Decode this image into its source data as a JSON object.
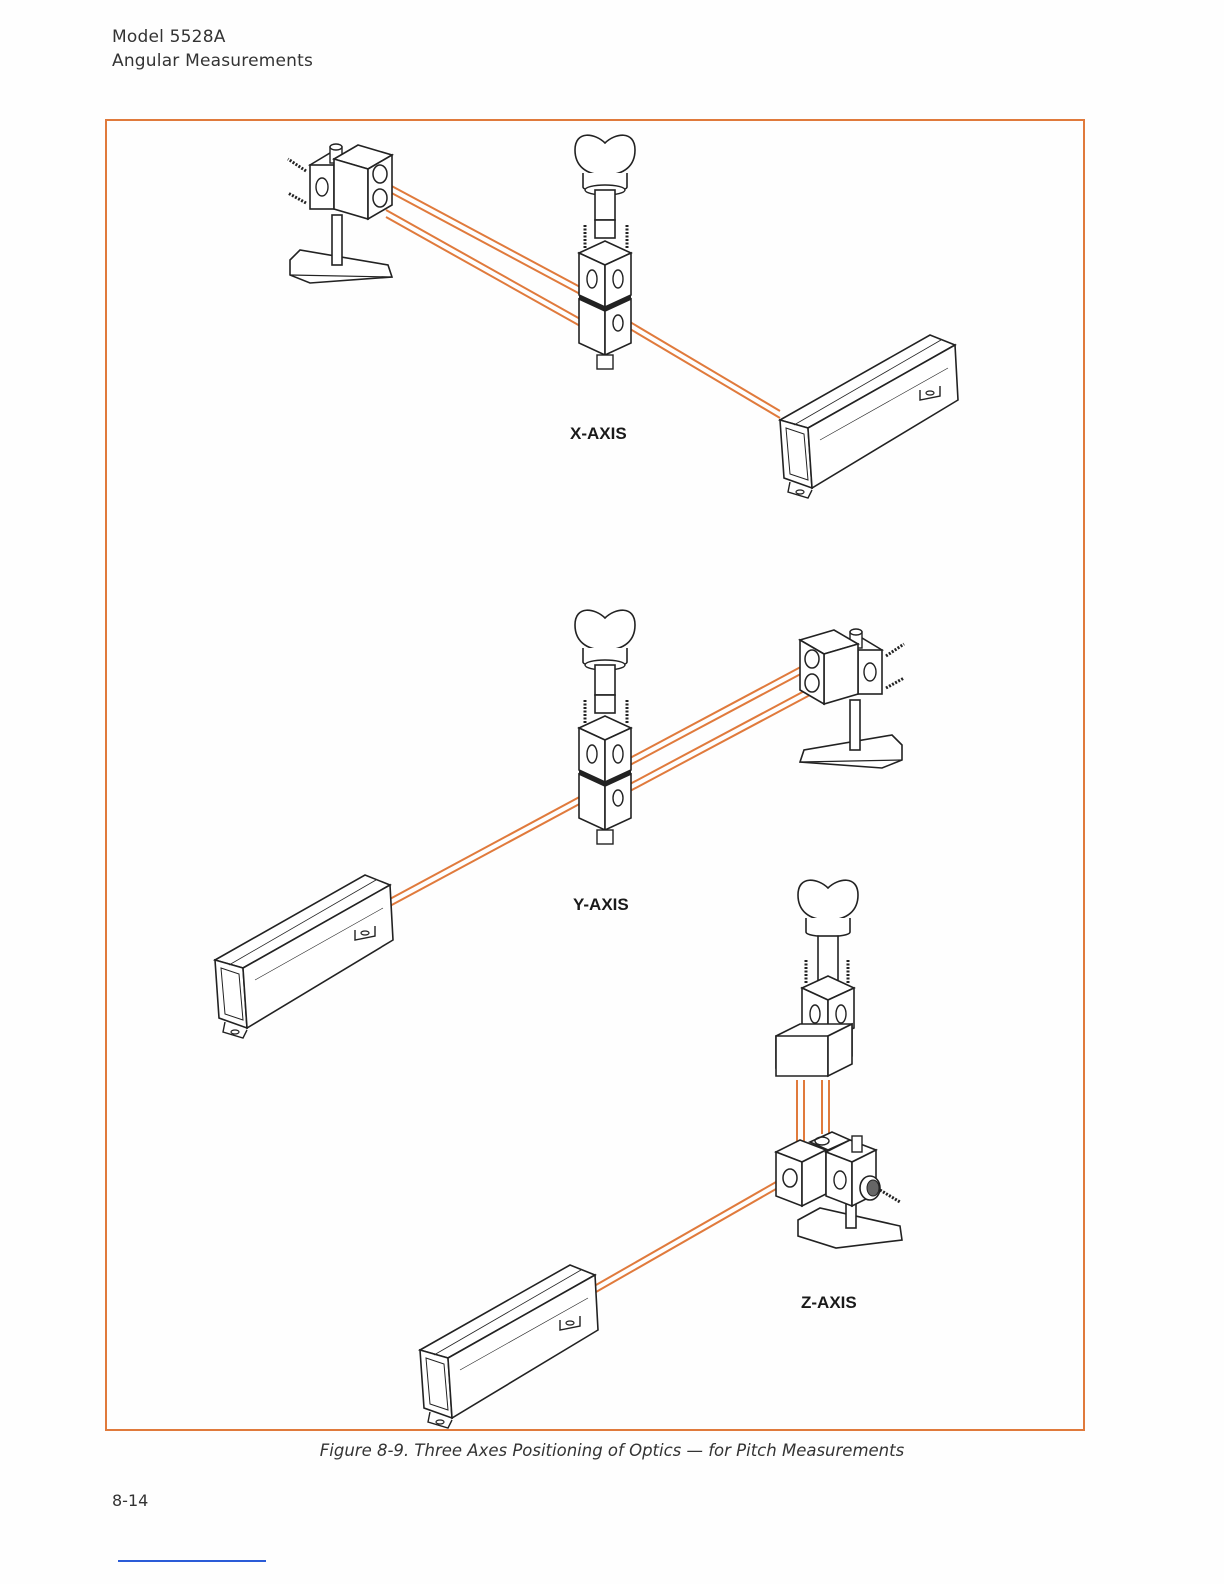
{
  "header": {
    "line1": "Model 5528A",
    "line2": "Angular Measurements"
  },
  "figure": {
    "labels": {
      "x_axis": "X-AXIS",
      "y_axis": "Y-AXIS",
      "z_axis": "Z-AXIS"
    },
    "caption": "Figure 8-9. Three Axes Positioning of Optics — for Pitch Measurements",
    "colors": {
      "frame": "#e07a3c",
      "beam": "#e07a3c",
      "line": "#222222"
    }
  },
  "footer": {
    "page_number": "8-14",
    "rule_color": "#2a5bd7"
  }
}
